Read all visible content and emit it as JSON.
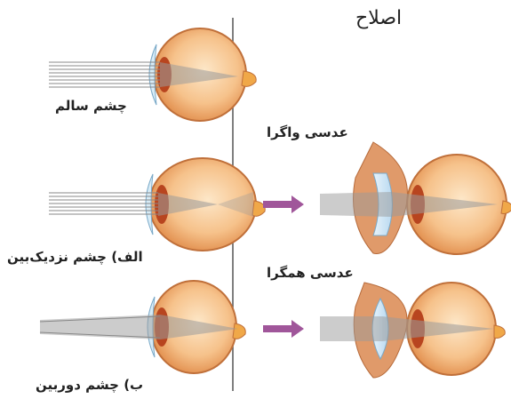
{
  "labels": {
    "correction": "اصلاح",
    "healthy_eye": "چشم سالم",
    "diverging_lens": "عدسی واگرا",
    "myopic_eye": "الف) چشم نزدیک‌بین",
    "converging_lens": "عدسی همگرا",
    "hyperopic_eye": "ب) چشم دوربین"
  },
  "colors": {
    "eye_fill": "#f6c28b",
    "eye_outline": "#c0703a",
    "iris": "#b8451f",
    "ray": "#888888",
    "arrow": "#a0569a",
    "lens": "#cfe6f7"
  }
}
